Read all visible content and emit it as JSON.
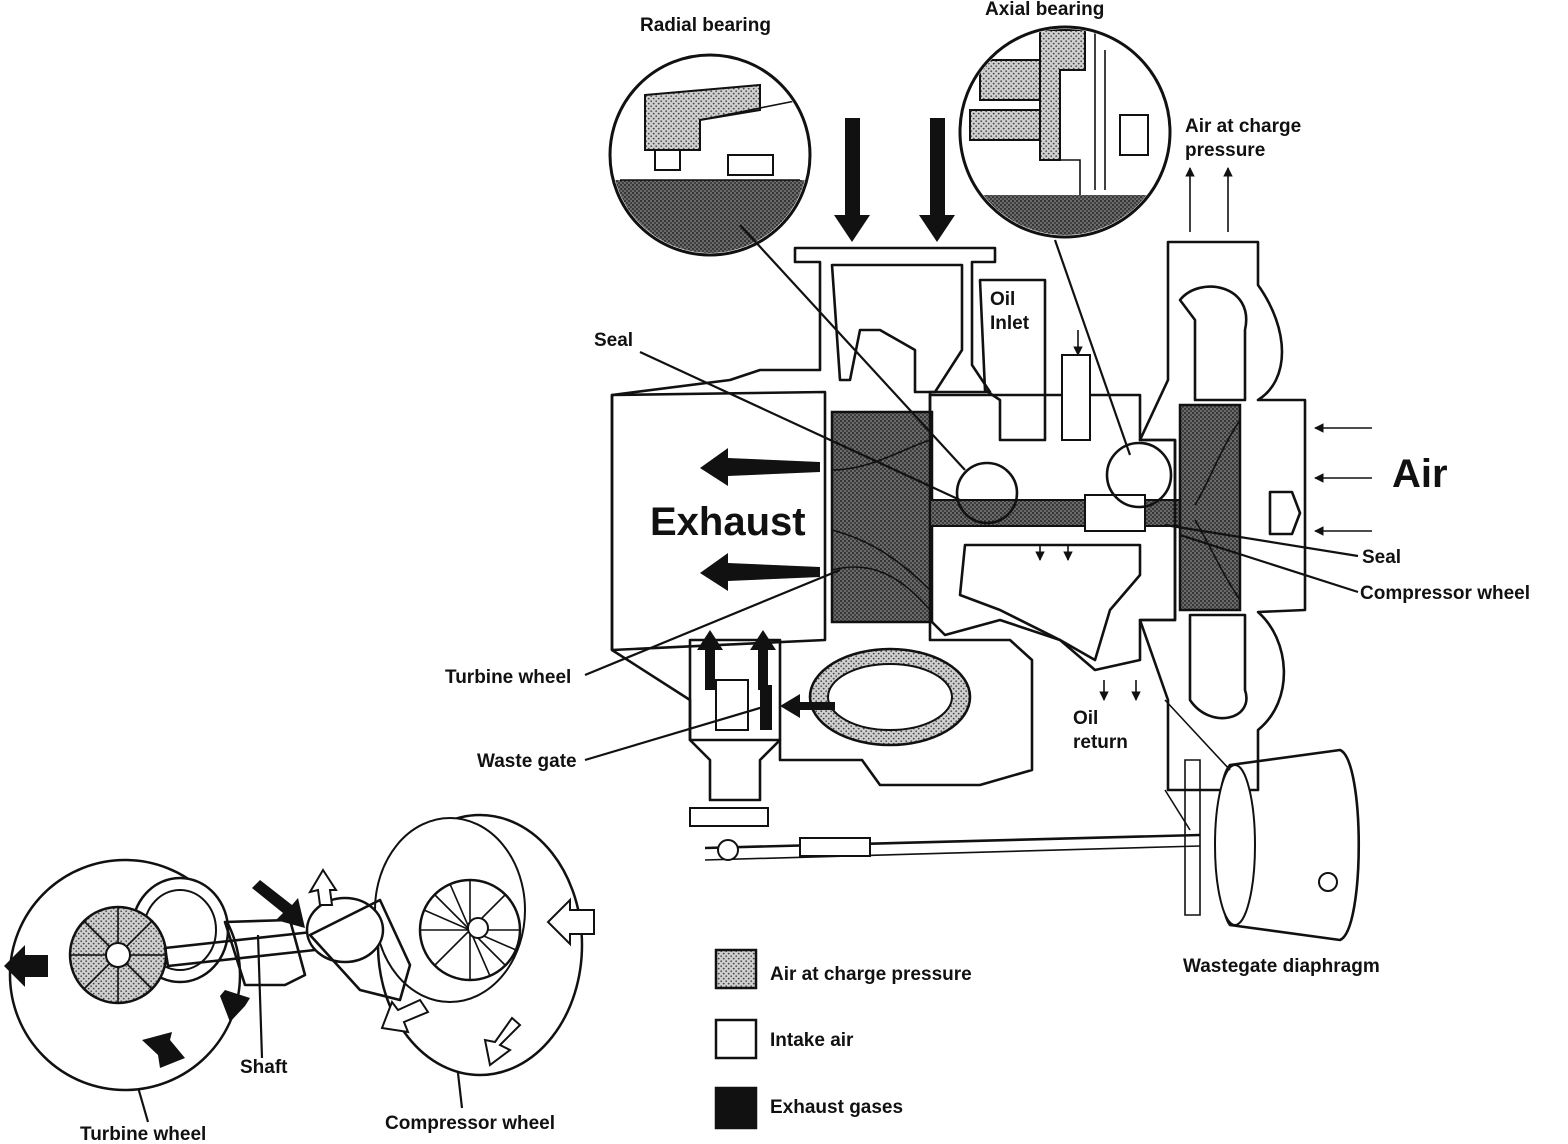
{
  "labels": {
    "radial_bearing": "Radial bearing",
    "axial_bearing": "Axial bearing",
    "air_at_charge_pressure_1": "Air at charge",
    "air_at_charge_pressure_2": "pressure",
    "oil_inlet_1": "Oil",
    "oil_inlet_2": "Inlet",
    "seal_left": "Seal",
    "seal_right": "Seal",
    "air": "Air",
    "exhaust": "Exhaust",
    "compressor_wheel_right": "Compressor wheel",
    "turbine_wheel_main": "Turbine wheel",
    "waste_gate": "Waste gate",
    "oil_return_1": "Oil",
    "oil_return_2": "return",
    "wastegate_diaphragm": "Wastegate diaphragm",
    "shaft": "Shaft",
    "turbine_wheel_bottom": "Turbine wheel",
    "compressor_wheel_bottom": "Compressor wheel"
  },
  "legend": {
    "items": [
      {
        "label": "Air at charge pressure",
        "swatch": "stipple"
      },
      {
        "label": "Intake air",
        "swatch": "white"
      },
      {
        "label": "Exhaust gases",
        "swatch": "black"
      }
    ]
  },
  "colors": {
    "ink": "#111111",
    "stipple": "#9a9a9a",
    "background": "#ffffff"
  }
}
